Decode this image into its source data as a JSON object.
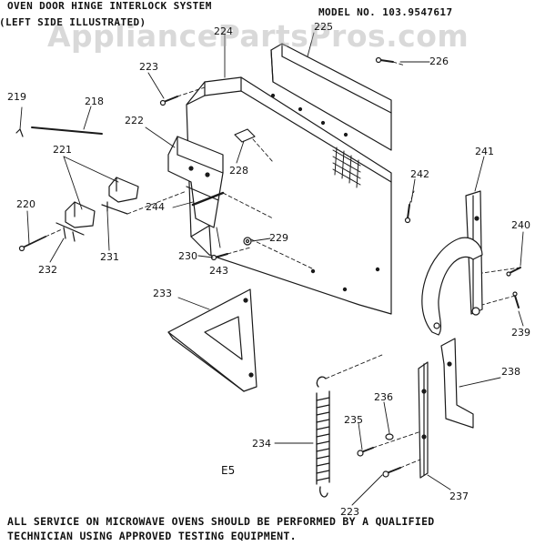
{
  "header": {
    "title": "OVEN DOOR HINGE INTERLOCK SYSTEM",
    "subtitle": "(LEFT SIDE ILLUSTRATED)",
    "model": "MODEL NO. 103.9547617"
  },
  "watermark": "AppliancePartsPros.com",
  "diagram_code": "E5",
  "part_labels": {
    "p219": "219",
    "p218": "218",
    "p223a": "223",
    "p222": "222",
    "p221": "221",
    "p220": "220",
    "p232": "232",
    "p231": "231",
    "p244": "244",
    "p228": "228",
    "p230": "230",
    "p243": "243",
    "p229": "229",
    "p224": "224",
    "p225": "225",
    "p226": "226",
    "p241": "241",
    "p242": "242",
    "p240": "240",
    "p239": "239",
    "p233": "233",
    "p238": "238",
    "p236": "236",
    "p235": "235",
    "p234": "234",
    "p223b": "223",
    "p237": "237"
  },
  "footer": {
    "line1": "ALL SERVICE ON MICROWAVE OVENS SHOULD BE PERFORMED BY A QUALIFIED",
    "line2": "TECHNICIAN USING APPROVED TESTING EQUIPMENT."
  }
}
